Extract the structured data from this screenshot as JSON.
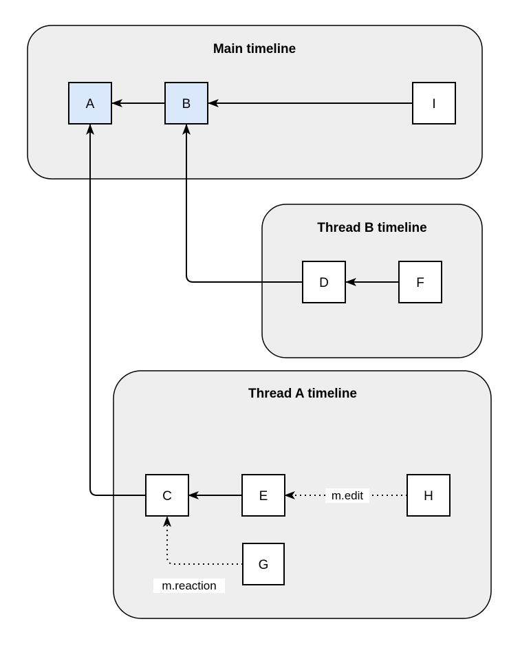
{
  "diagram": {
    "containers": {
      "main": {
        "title": "Main timeline"
      },
      "thread_b": {
        "title": "Thread B timeline"
      },
      "thread_a": {
        "title": "Thread A timeline"
      }
    },
    "nodes": {
      "a": {
        "label": "A",
        "timeline": "main",
        "highlighted": true
      },
      "b": {
        "label": "B",
        "timeline": "main",
        "highlighted": true
      },
      "i": {
        "label": "I",
        "timeline": "main",
        "highlighted": false
      },
      "d": {
        "label": "D",
        "timeline": "thread_b",
        "highlighted": false
      },
      "f": {
        "label": "F",
        "timeline": "thread_b",
        "highlighted": false
      },
      "c": {
        "label": "C",
        "timeline": "thread_a",
        "highlighted": false
      },
      "e": {
        "label": "E",
        "timeline": "thread_a",
        "highlighted": false
      },
      "h": {
        "label": "H",
        "timeline": "thread_a",
        "highlighted": false
      },
      "g": {
        "label": "G",
        "timeline": "thread_a",
        "highlighted": false
      }
    },
    "edges": [
      {
        "from": "B",
        "to": "A",
        "style": "solid",
        "label": ""
      },
      {
        "from": "I",
        "to": "B",
        "style": "solid",
        "label": ""
      },
      {
        "from": "F",
        "to": "D",
        "style": "solid",
        "label": ""
      },
      {
        "from": "D",
        "to": "B",
        "style": "solid",
        "label": ""
      },
      {
        "from": "E",
        "to": "C",
        "style": "solid",
        "label": ""
      },
      {
        "from": "C",
        "to": "A",
        "style": "solid",
        "label": ""
      },
      {
        "from": "H",
        "to": "E",
        "style": "dotted",
        "label": "m.edit"
      },
      {
        "from": "G",
        "to": "C",
        "style": "dotted",
        "label": "m.reaction"
      }
    ],
    "edge_labels": {
      "edit": "m.edit",
      "reaction": "m.reaction"
    },
    "colors": {
      "canvas_bg": "#ffffff",
      "container_fill": "#eeeeee",
      "container_stroke": "#000000",
      "node_fill": "#ffffff",
      "node_highlight_fill": "#dae8fc",
      "node_stroke": "#000000",
      "edge_color": "#000000",
      "edge_label_bg": "#ffffff"
    }
  }
}
